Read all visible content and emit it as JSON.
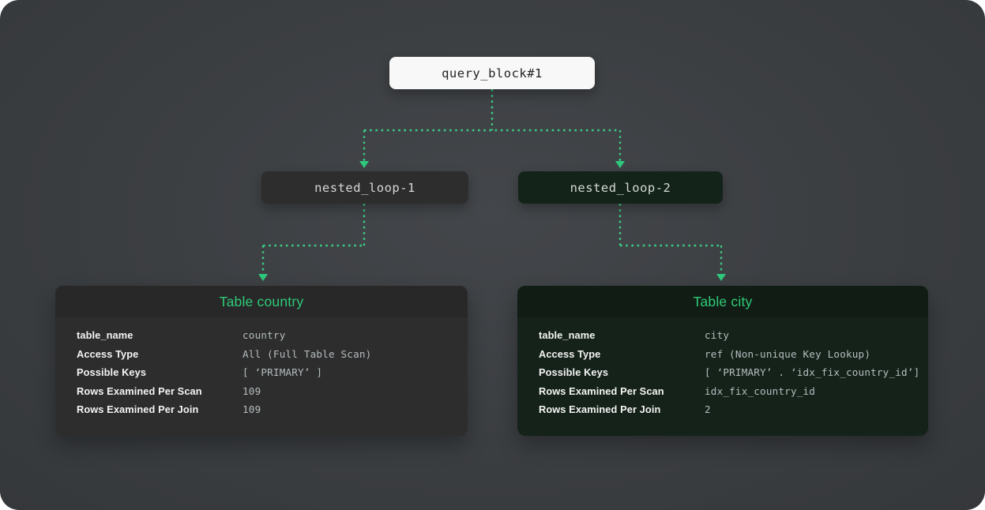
{
  "diagram": {
    "accent_green": "#2fcb7a",
    "connector_color": "#3acc84",
    "nodes": [
      {
        "id": "query_block",
        "label": "query_block#1",
        "bg": "#f7f8f7"
      },
      {
        "id": "nested_loop_1",
        "label": "nested_loop-1",
        "bg": "#2d2d2d"
      },
      {
        "id": "nested_loop_2",
        "label": "nested_loop-2",
        "bg": "#14231a"
      }
    ],
    "edges": [
      {
        "from": "query_block",
        "to": "nested_loop_1"
      },
      {
        "from": "query_block",
        "to": "nested_loop_2"
      },
      {
        "from": "nested_loop_1",
        "to": "table_country"
      },
      {
        "from": "nested_loop_2",
        "to": "table_city"
      }
    ],
    "tables": [
      {
        "id": "table_country",
        "title": "Table country",
        "rows": [
          {
            "label": "table_name",
            "value": "country"
          },
          {
            "label": "Access Type",
            "value": "All (Full Table Scan)"
          },
          {
            "label": "Possible Keys",
            "value": "[ ‘PRIMARY’ ]"
          },
          {
            "label": "Rows Examined Per Scan",
            "value": "109"
          },
          {
            "label": "Rows Examined Per Join",
            "value": "109"
          }
        ]
      },
      {
        "id": "table_city",
        "title": "Table city",
        "rows": [
          {
            "label": "table_name",
            "value": "city"
          },
          {
            "label": "Access Type",
            "value": "ref (Non-unique Key Lookup)"
          },
          {
            "label": "Possible Keys",
            "value": "[ ‘PRIMARY’ . ‘idx_fix_country_id’]"
          },
          {
            "label": "Rows Examined Per Scan",
            "value": "idx_fix_country_id"
          },
          {
            "label": "Rows Examined Per Join",
            "value": "2"
          }
        ]
      }
    ]
  }
}
